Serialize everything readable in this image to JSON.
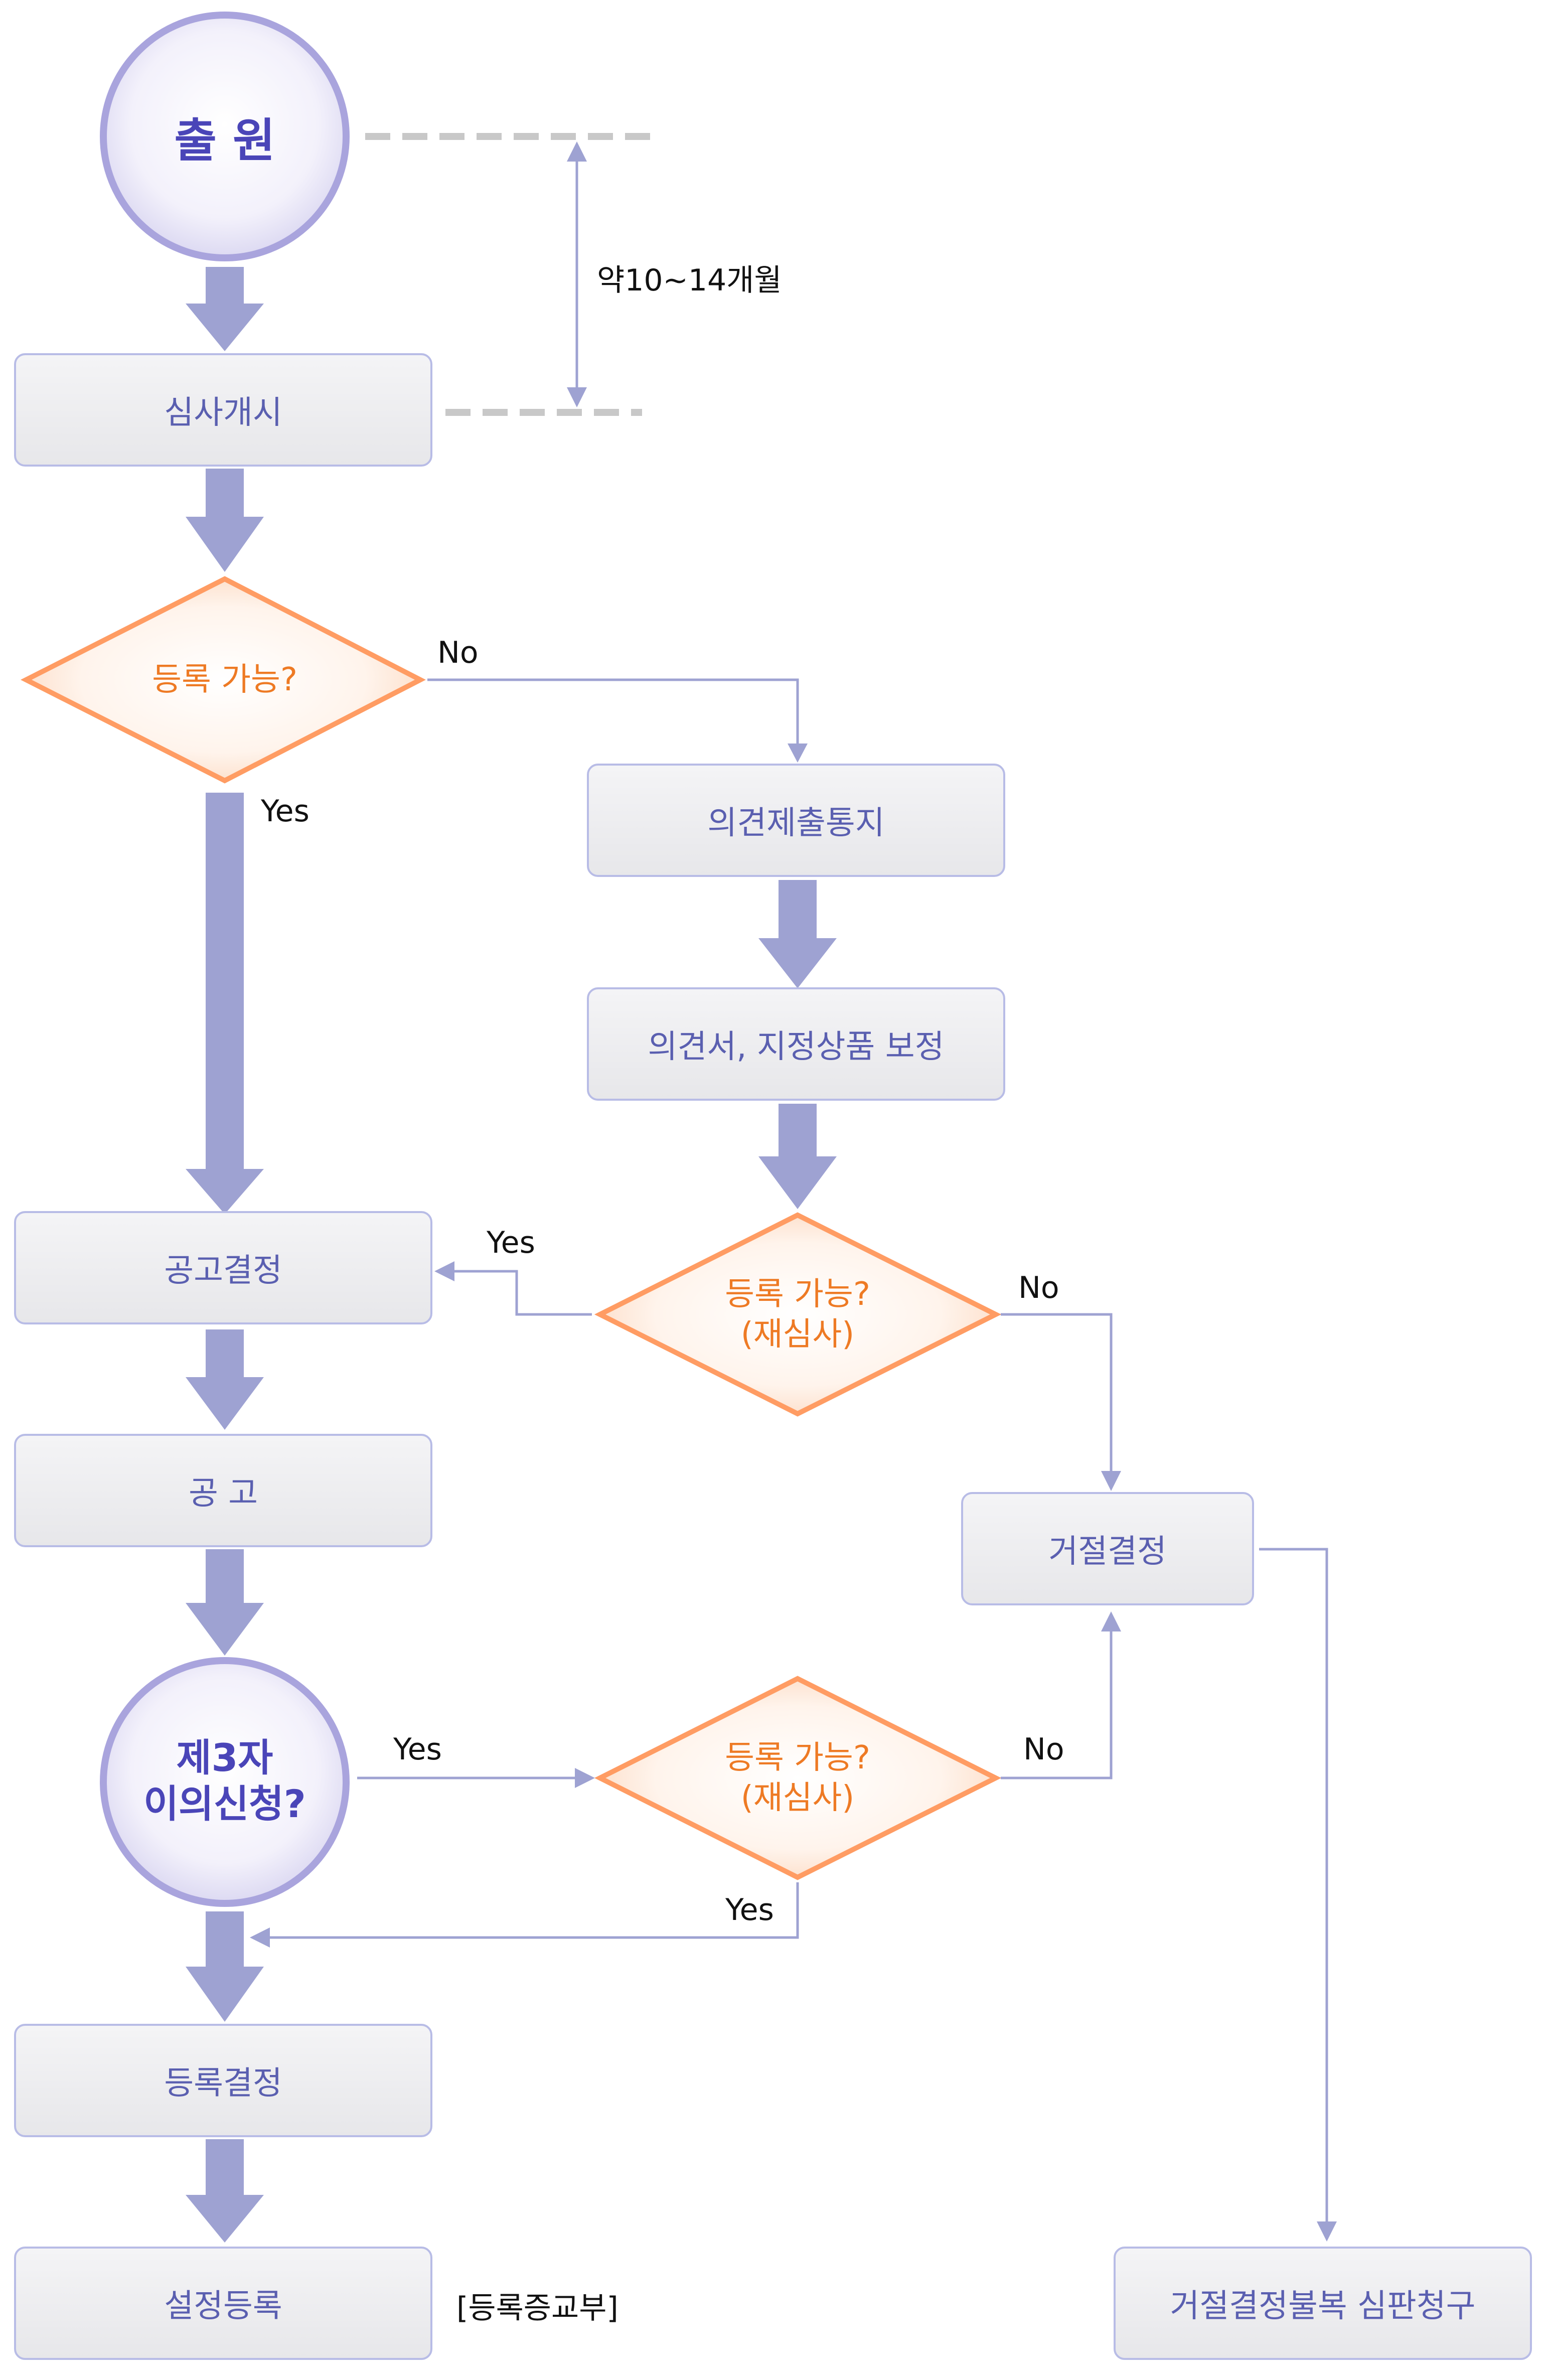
{
  "colors": {
    "accent": "#5a5fb0",
    "arrow": "#9ea2d2",
    "decision": "#ee7a24",
    "decision_fill": "#fde9dc"
  },
  "start": "출 원",
  "duration": "약10~14개월",
  "nodes": {
    "exam_start": "심사개시",
    "decision1": "등록 가능?",
    "opinion_notice": "의견제출통지",
    "amendment": "의견서, 지정상품 보정",
    "decision2": "등록 가능?\n(재심사)",
    "publication_decision": "공고결정",
    "publication": "공 고",
    "opposition": "제3자\n이의신청?",
    "decision3": "등록 가능?\n(재심사)",
    "refusal": "거절결정",
    "registration_decision": "등록결정",
    "registration": "설정등록",
    "appeal": "거절결정불복 심판청구",
    "certificate": "[등록증교부]"
  },
  "labels": {
    "d1_no": "No",
    "d1_yes": "Yes",
    "d2_yes": "Yes",
    "d2_no": "No",
    "opp_yes": "Yes",
    "d3_no": "No",
    "d3_yes": "Yes"
  }
}
